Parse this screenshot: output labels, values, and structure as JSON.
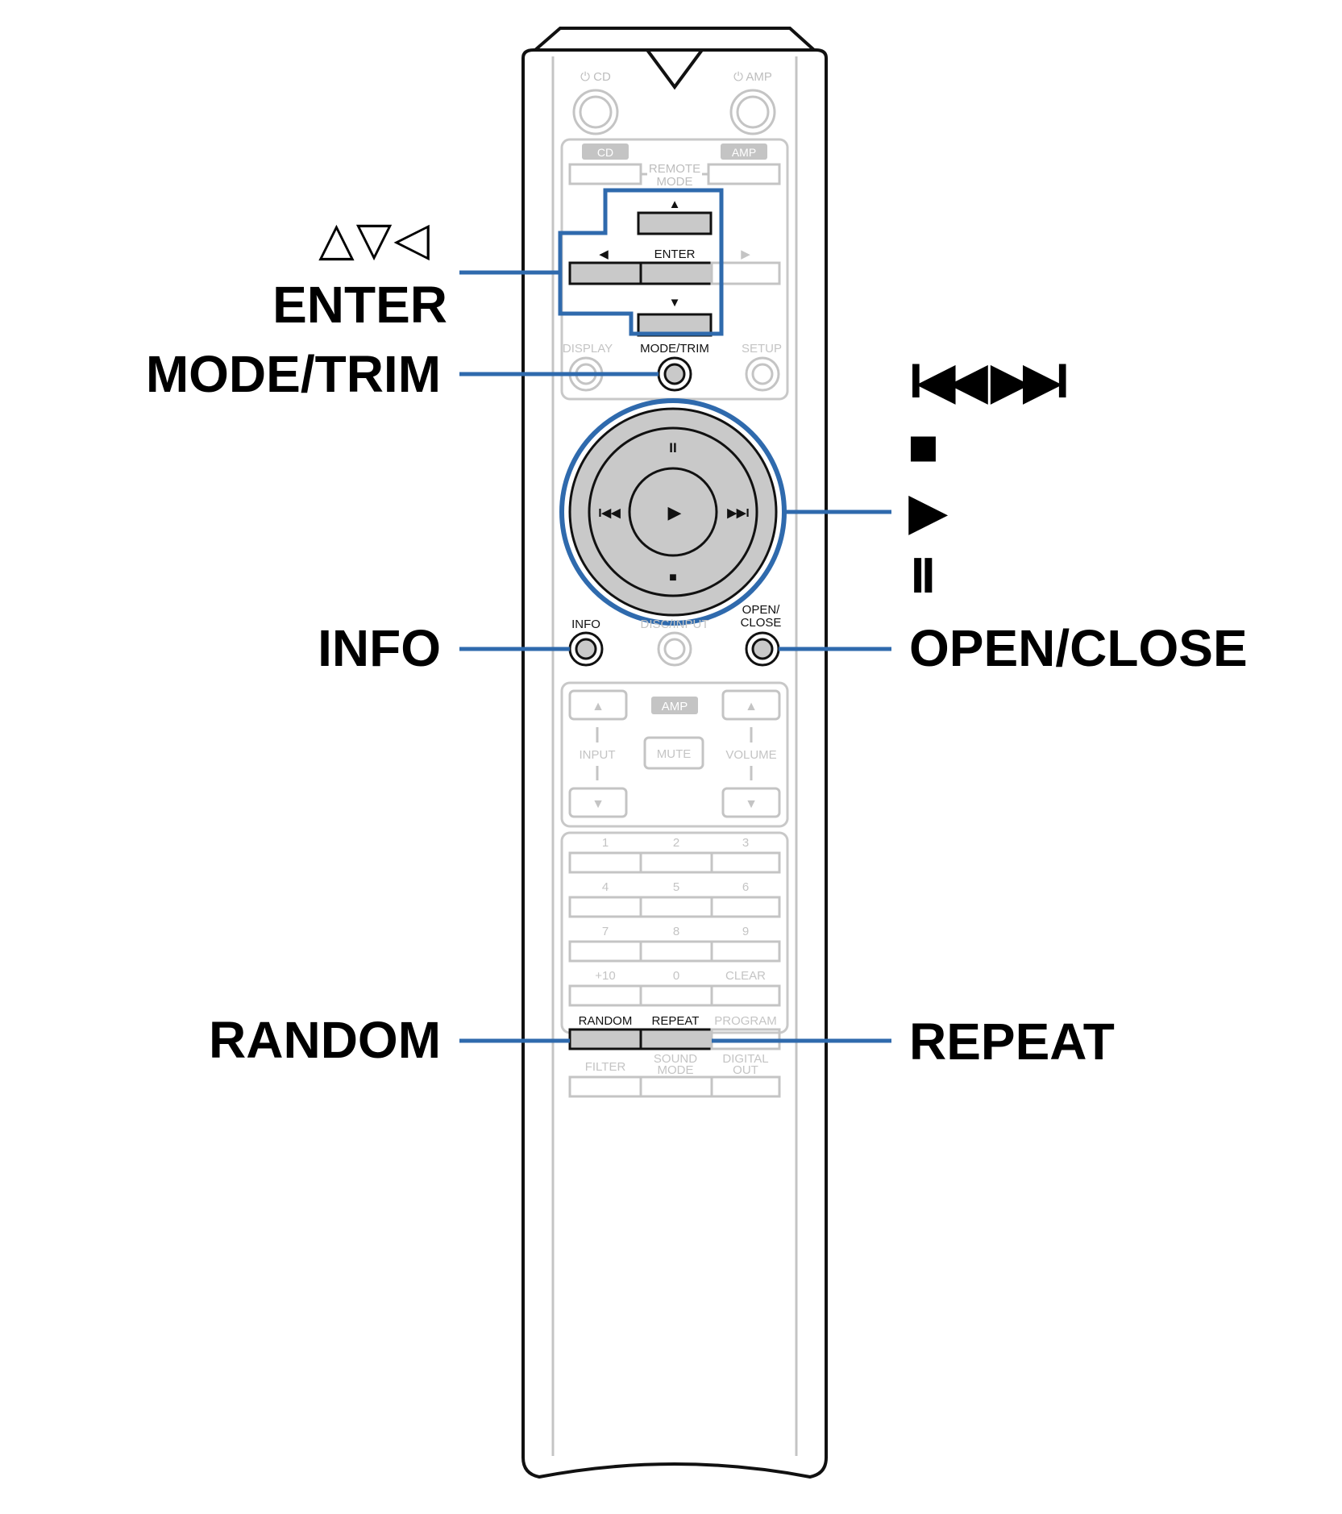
{
  "colors": {
    "highlight": "#2f6aad",
    "button_fill": "#c9c9c9",
    "faded": "#c4c4c4",
    "outline": "#1a1a1a"
  },
  "remote": {
    "power_cd": "⏻ CD",
    "power_amp": "⏻ AMP",
    "mode_cd": "CD",
    "mode_amp": "AMP",
    "remote_mode": [
      "REMOTE",
      "MODE"
    ],
    "up": "▲",
    "left": "◀",
    "right": "▶",
    "down": "▼",
    "enter": "ENTER",
    "display": "DISPLAY",
    "mode_trim": "MODE/TRIM",
    "setup": "SETUP",
    "pause": "II",
    "prev": "I◀◀",
    "play": "▶",
    "next": "▶▶I",
    "stop": "■",
    "info": "INFO",
    "disc_input": "DISC/INPUT",
    "open_close": [
      "OPEN/",
      "CLOSE"
    ],
    "amp_badge": "AMP",
    "input": "INPUT",
    "mute": "MUTE",
    "volume": "VOLUME",
    "vol_up": "▲",
    "vol_down": "▼",
    "numbers": [
      "1",
      "2",
      "3",
      "4",
      "5",
      "6",
      "7",
      "8",
      "9",
      "+10",
      "0",
      "CLEAR"
    ],
    "random": "RANDOM",
    "repeat": "REPEAT",
    "program": "PROGRAM",
    "filter": "FILTER",
    "sound_mode": [
      "SOUND",
      "MODE"
    ],
    "digital_out": [
      "DIGITAL",
      "OUT"
    ]
  },
  "callouts": {
    "cursor_symbols": "△▽◁",
    "enter": "ENTER",
    "mode_trim": "MODE/TRIM",
    "skip_symbols": "I◀◀ ▶▶I",
    "stop_symbol": "■",
    "play_symbol": "▶",
    "pause_symbol": "II",
    "info": "INFO",
    "open_close": "OPEN/CLOSE",
    "random": "RANDOM",
    "repeat": "REPEAT"
  }
}
